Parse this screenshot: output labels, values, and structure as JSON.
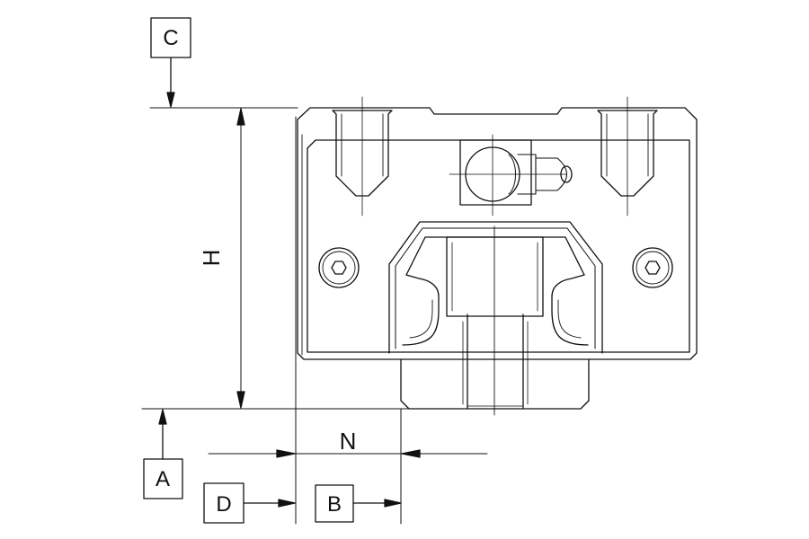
{
  "references": {
    "c": "C",
    "a": "A",
    "d": "D",
    "b": "B"
  },
  "dimensions": {
    "height": "H",
    "offset": "N"
  },
  "colors": {
    "line": "#111111",
    "background": "#ffffff"
  }
}
